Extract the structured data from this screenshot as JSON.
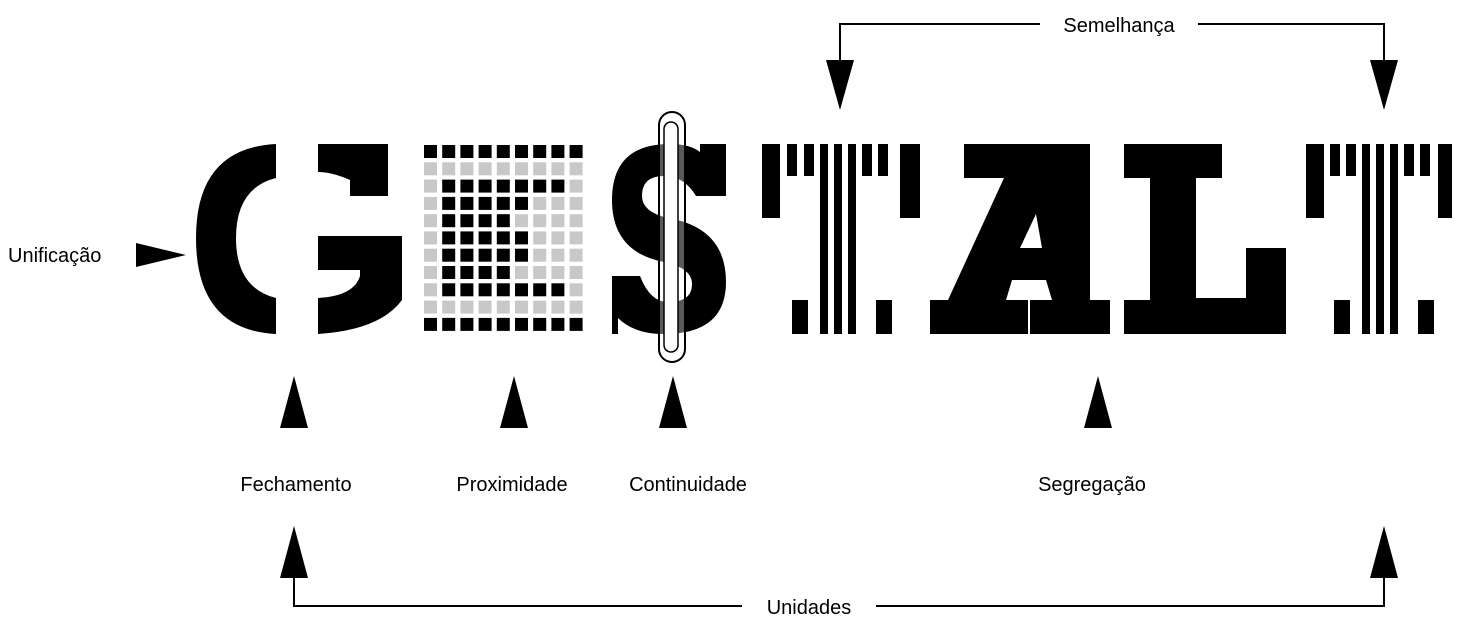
{
  "labels": {
    "unificacao": "Unificação",
    "fechamento": "Fechamento",
    "proximidade": "Proximidade",
    "continuidade": "Continuidade",
    "segregacao": "Segregação",
    "semelhanca": "Semelhança",
    "unidades": "Unidades"
  },
  "letters": [
    "G",
    "E",
    "S",
    "T",
    "A",
    "L",
    "T"
  ],
  "colors": {
    "ink": "#000000",
    "grey": "#c8c8c8",
    "background": "#ffffff"
  },
  "proximity_grid": {
    "rows": 11,
    "cols": 9,
    "grey_cells": [
      [
        1,
        0
      ],
      [
        1,
        1
      ],
      [
        1,
        2
      ],
      [
        1,
        3
      ],
      [
        1,
        4
      ],
      [
        1,
        5
      ],
      [
        1,
        6
      ],
      [
        1,
        7
      ],
      [
        1,
        8
      ],
      [
        2,
        0
      ],
      [
        2,
        8
      ],
      [
        3,
        0
      ],
      [
        3,
        6
      ],
      [
        3,
        7
      ],
      [
        3,
        8
      ],
      [
        4,
        0
      ],
      [
        4,
        5
      ],
      [
        4,
        6
      ],
      [
        4,
        7
      ],
      [
        4,
        8
      ],
      [
        5,
        0
      ],
      [
        5,
        6
      ],
      [
        5,
        7
      ],
      [
        5,
        8
      ],
      [
        6,
        0
      ],
      [
        6,
        6
      ],
      [
        6,
        7
      ],
      [
        6,
        8
      ],
      [
        7,
        0
      ],
      [
        7,
        5
      ],
      [
        7,
        6
      ],
      [
        7,
        7
      ],
      [
        7,
        8
      ],
      [
        8,
        0
      ],
      [
        8,
        8
      ],
      [
        9,
        0
      ],
      [
        9,
        1
      ],
      [
        9,
        2
      ],
      [
        9,
        3
      ],
      [
        9,
        4
      ],
      [
        9,
        5
      ],
      [
        9,
        6
      ],
      [
        9,
        7
      ],
      [
        9,
        8
      ]
    ]
  }
}
